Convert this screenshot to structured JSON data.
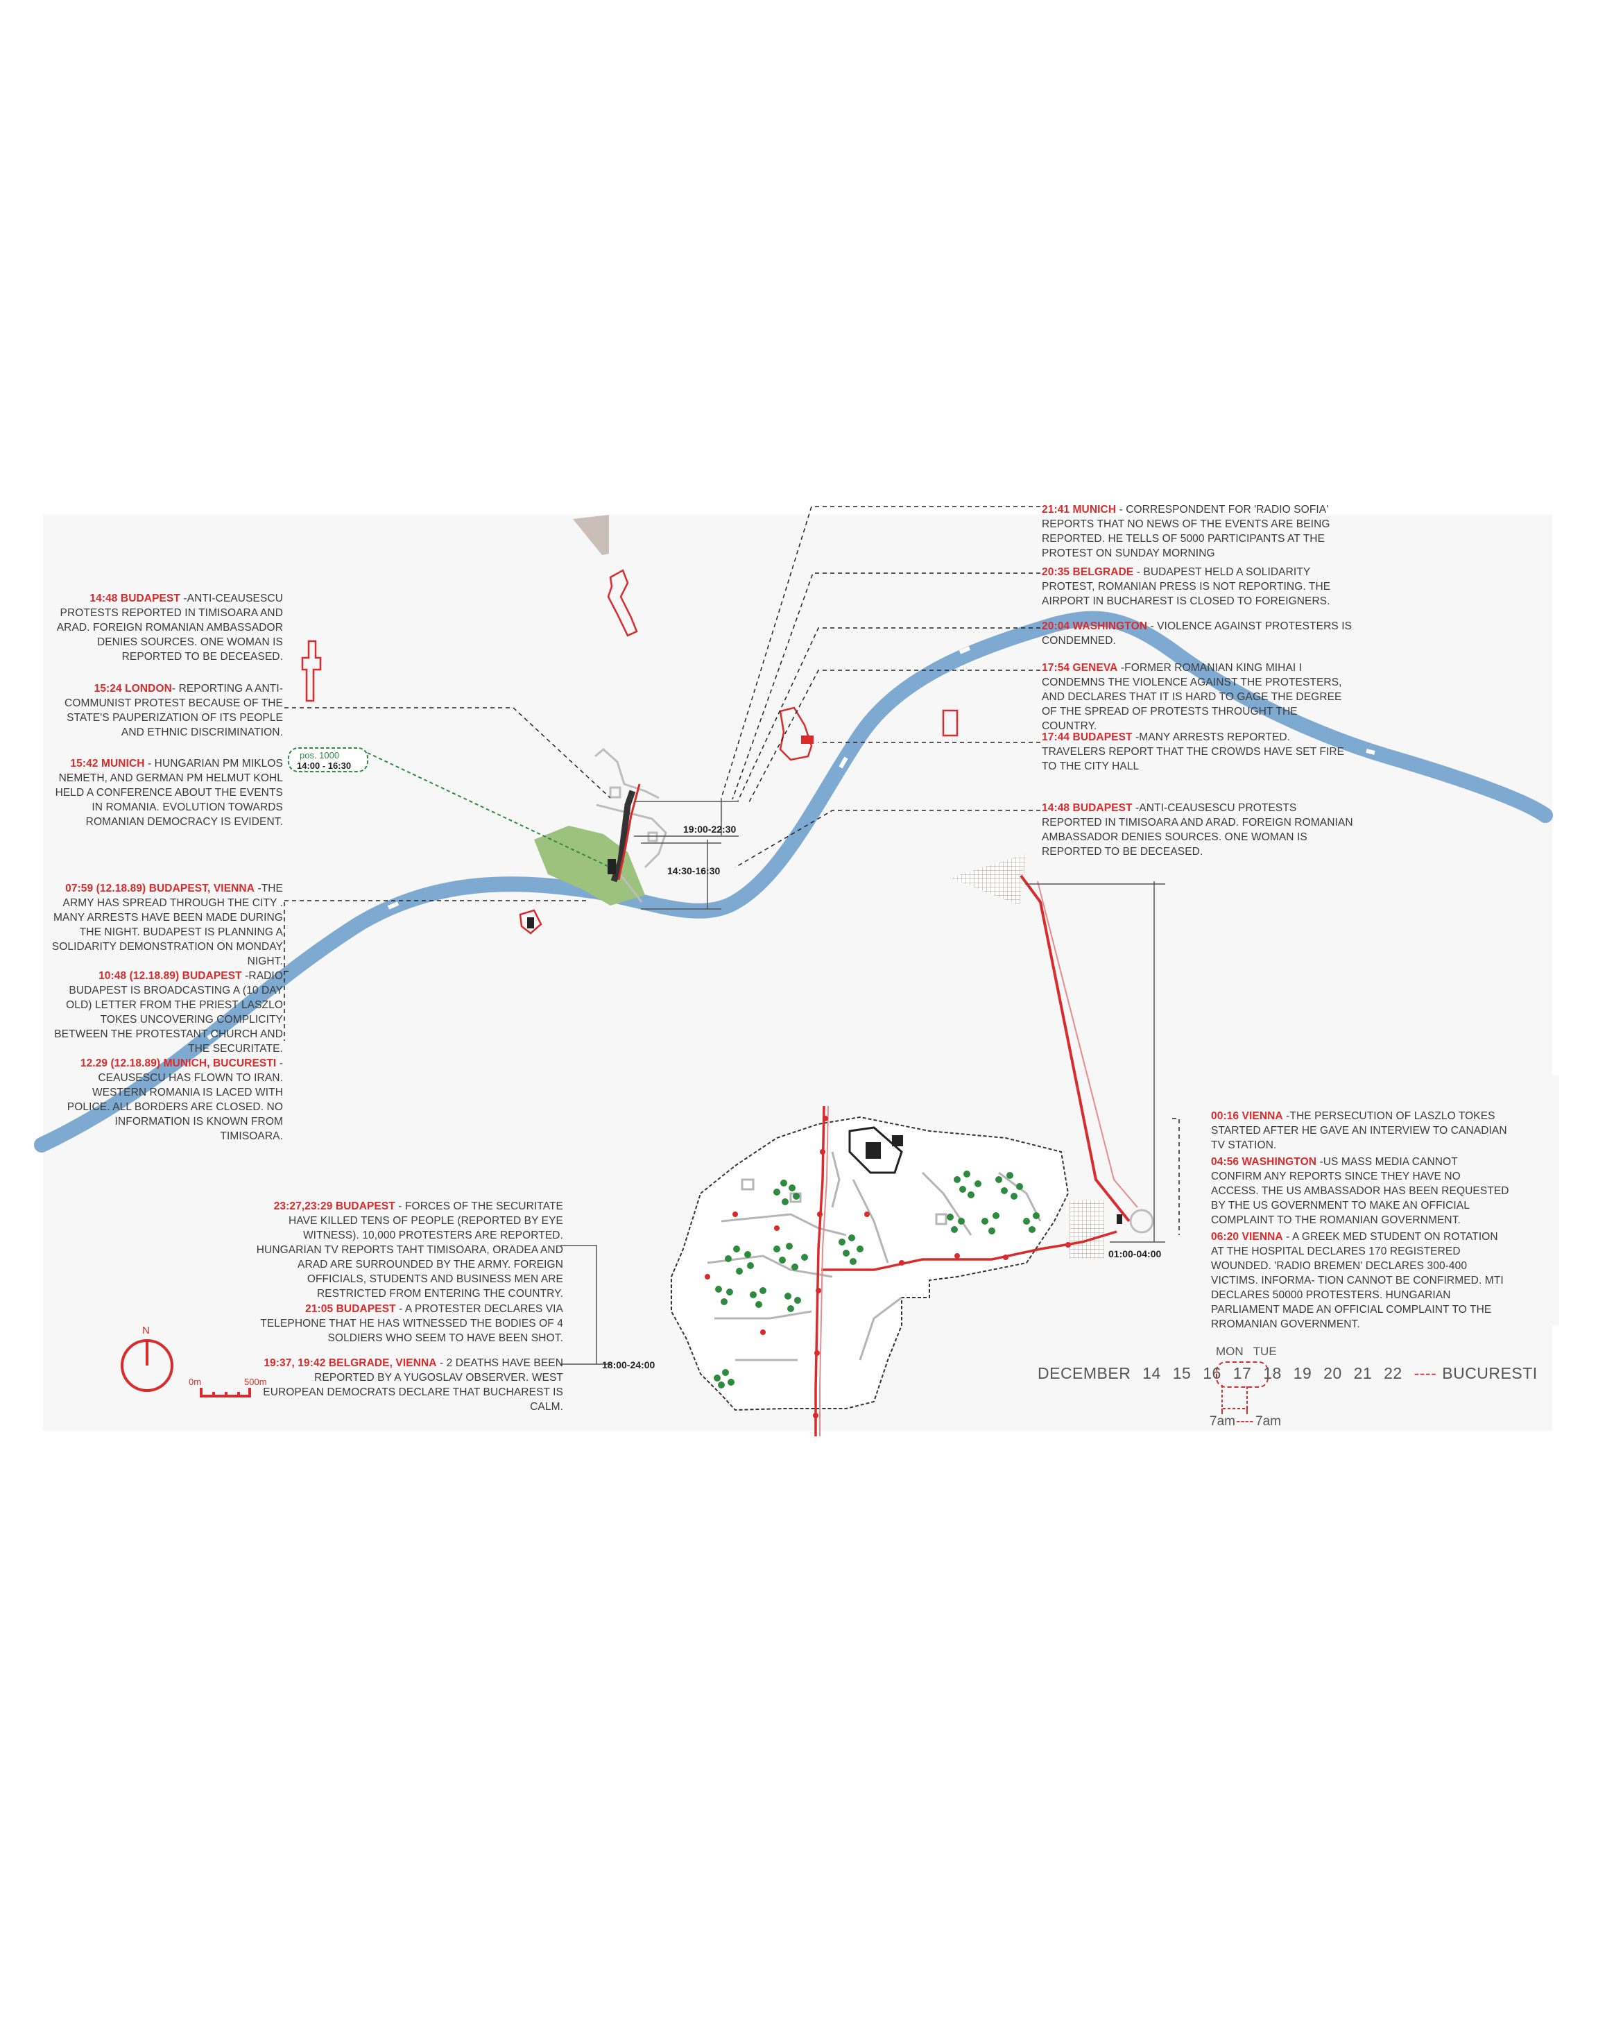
{
  "map_labels": {
    "pos_label": "pos. 1000",
    "pos_time": "14:00 - 16:30",
    "time_1900": "19:00-22:30",
    "time_1430": "14:30-16:30",
    "time_1800": "18:00-24:00",
    "time_0100": "01:00-04:00",
    "north": "N",
    "scale_start": "0m",
    "scale_end": "500m"
  },
  "left_notes": [
    {
      "head": "14:48 BUDAPEST",
      "body": " -ANTI-CEAUSESCU PROTESTS REPORTED IN TIMISOARA AND ARAD. FOREIGN ROMANIAN AMBASSADOR DENIES SOURCES. ONE WOMAN IS REPORTED TO BE DECEASED."
    },
    {
      "head": "15:24 LONDON",
      "body": "- REPORTING A ANTI-COMMUNIST PROTEST BECAUSE OF THE STATE'S PAUPERIZATION OF ITS PEOPLE AND ETHNIC DISCRIMINATION."
    },
    {
      "head": "15:42 MUNICH",
      "body": " - HUNGARIAN PM MIKLOS NEMETH, AND GERMAN PM HELMUT KOHL HELD A CONFERENCE ABOUT THE EVENTS IN ROMANIA. EVOLUTION TOWARDS ROMANIAN DEMOCRACY IS EVIDENT."
    },
    {
      "head": "07:59 (12.18.89) BUDAPEST, VIENNA",
      "body": " -THE ARMY HAS SPREAD THROUGH THE CITY . MANY ARRESTS HAVE BEEN MADE DURING THE NIGHT. BUDAPEST IS PLANNING A  SOLIDARITY DEMONSTRATION ON MONDAY NIGHT."
    },
    {
      "head": "10:48 (12.18.89) BUDAPEST",
      "body": " -RADIO BUDAPEST IS BROADCASTING A (10 DAY OLD) LETTER FROM THE PRIEST LASZLO TOKES UNCOVERING COMPLICITY BETWEEN THE PROTESTANT CHURCH AND THE SECURITATE."
    },
    {
      "head": "12.29 (12.18.89) MUNICH, BUCURESTI",
      "body": " - CEAUSESCU HAS FLOWN TO IRAN.  WESTERN ROMANIA IS LACED WITH POLICE. ALL BORDERS ARE CLOSED.  NO INFORMATION IS KNOWN FROM TIMISOARA."
    }
  ],
  "right_notes": [
    {
      "head": "21:41 MUNICH",
      "body": " - CORRESPONDENT FOR 'RADIO SOFIA' REPORTS THAT NO NEWS OF THE EVENTS ARE BEING REPORTED. HE TELLS OF 5000 PARTICIPANTS AT THE PROTEST ON SUNDAY MORNING"
    },
    {
      "head": "20:35 BELGRADE",
      "body": " - BUDAPEST HELD A SOLIDARITY PROTEST, ROMANIAN PRESS IS NOT REPORTING.  THE AIRPORT IN BUCHAREST IS CLOSED TO FOREIGNERS."
    },
    {
      "head": "20:04 WASHINGTON",
      "body": " - VIOLENCE AGAINST PROTESTERS IS CONDEMNED."
    },
    {
      "head": "17:54 GENEVA",
      "body": " -FORMER ROMANIAN KING MIHAI I CONDEMNS THE VIOLENCE AGAINST THE PROTESTERS, AND DECLARES THAT IT IS HARD TO GAGE THE DEGREE OF THE SPREAD OF PROTESTS THROUGHT THE COUNTRY."
    },
    {
      "head": "17:44 BUDAPEST",
      "body": " -MANY ARRESTS REPORTED. TRAVELERS REPORT THAT THE CROWDS HAVE SET FIRE TO THE CITY HALL"
    },
    {
      "head": "14:48 BUDAPEST",
      "body": " -ANTI-CEAUSESCU PROTESTS REPORTED IN TIMISOARA AND ARAD. FOREIGN ROMANIAN AMBASSADOR DENIES SOURCES. ONE WOMAN IS REPORTED TO BE DECEASED."
    }
  ],
  "bottom_left_notes": [
    {
      "head": "23:27,23:29 BUDAPEST",
      "body": " - FORCES OF THE SECURITATE HAVE KILLED TENS OF PEOPLE (REPORTED BY EYE WITNESS). 10,000 PROTESTERS ARE REPORTED.  HUNGARIAN TV  REPORTS TAHT TIMISOARA, ORADEA AND ARAD ARE SURROUNDED BY THE ARMY. FOREIGN OFFICIALS, STUDENTS AND BUSINESS MEN ARE RESTRICTED FROM ENTERING THE COUNTRY."
    },
    {
      "head": "21:05 BUDAPEST",
      "body": " - A PROTESTER DECLARES VIA TELEPHONE THAT HE HAS WITNESSED THE BODIES OF 4 SOLDIERS WHO SEEM TO HAVE BEEN SHOT."
    },
    {
      "head": "19:37, 19:42 BELGRADE, VIENNA",
      "body": " - 2 DEATHS HAVE BEEN REPORTED BY A YUGOSLAV OBSERVER. WEST EUROPEAN DEMOCRATS DECLARE THAT BUCHAREST IS CALM."
    }
  ],
  "bottom_right_notes": [
    {
      "head": "00:16 VIENNA",
      "body": "  -THE PERSECUTION OF LASZLO TOKES STARTED AFTER HE GAVE AN INTERVIEW TO CANADIAN TV STATION."
    },
    {
      "head": "04:56 WASHINGTON",
      "body": "  -US MASS MEDIA CANNOT CONFIRM ANY REPORTS SINCE THEY HAVE NO ACCESS. THE US AMBASSADOR HAS BEEN REQUESTED BY THE US GOVERNMENT TO MAKE AN OFFICIAL COMPLAINT TO THE ROMANIAN GOVERNMENT."
    },
    {
      "head": "06:20 VIENNA",
      "body": "  - A GREEK MED STUDENT ON ROTATION AT THE HOSPITAL DECLARES 170 REGISTERED WOUNDED. 'RADIO BREMEN' DECLARES 300-400 VICTIMS.  INFORMA- TION CANNOT BE CONFIRMED. MTI DECLARES 50000 PROTESTERS. HUNGARIAN PARLIAMENT MADE AN OFFICIAL COMPLAINT TO THE RROMANIAN GOVERNMENT."
    }
  ],
  "timeline": {
    "month": "DECEMBER",
    "days": [
      "14",
      "15",
      "16",
      "17",
      "18",
      "19",
      "20",
      "21",
      "22"
    ],
    "weekday_mon": "MON",
    "weekday_tue": "TUE",
    "time_a": "7am",
    "time_b": "7am",
    "legend_dash": "----",
    "legend_label": "BUCURESTI"
  },
  "colors": {
    "river": "#7ea9d1",
    "accent_red": "#d92b2b",
    "park_green": "#9cc27d",
    "protest_green": "#2d8a3e",
    "hatch_gray": "#c9bfb8"
  }
}
